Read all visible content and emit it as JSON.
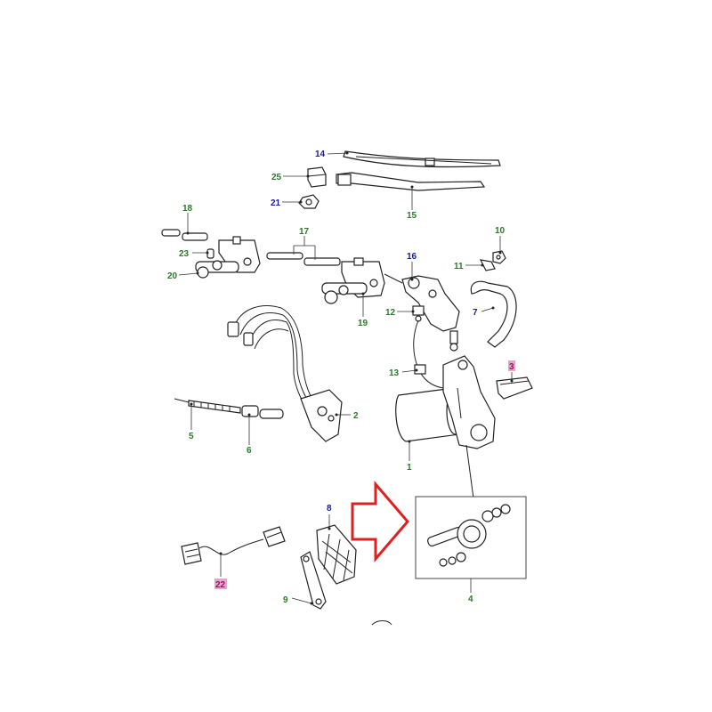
{
  "colors": {
    "label_green": "#2a7a2a",
    "label_blue": "#1a1a9a",
    "label_magenta": "#a0106a",
    "label_highlight": "#e3a8c8",
    "arrow_red": "#e02020",
    "line": "#222222"
  },
  "callouts": [
    {
      "id": "c1",
      "text": "1",
      "color": "green"
    },
    {
      "id": "c2",
      "text": "2",
      "color": "green"
    },
    {
      "id": "c3",
      "text": "3",
      "color": "magenta"
    },
    {
      "id": "c4",
      "text": "4",
      "color": "green"
    },
    {
      "id": "c5",
      "text": "5",
      "color": "green"
    },
    {
      "id": "c6",
      "text": "6",
      "color": "green"
    },
    {
      "id": "c7",
      "text": "7",
      "color": "blue"
    },
    {
      "id": "c8",
      "text": "8",
      "color": "blue"
    },
    {
      "id": "c9",
      "text": "9",
      "color": "green"
    },
    {
      "id": "c10",
      "text": "10",
      "color": "green"
    },
    {
      "id": "c11",
      "text": "11",
      "color": "green"
    },
    {
      "id": "c12",
      "text": "12",
      "color": "green"
    },
    {
      "id": "c13",
      "text": "13",
      "color": "green"
    },
    {
      "id": "c14",
      "text": "14",
      "color": "blue"
    },
    {
      "id": "c15",
      "text": "15",
      "color": "green"
    },
    {
      "id": "c16",
      "text": "16",
      "color": "blue"
    },
    {
      "id": "c17",
      "text": "17",
      "color": "green"
    },
    {
      "id": "c18",
      "text": "18",
      "color": "green"
    },
    {
      "id": "c19",
      "text": "19",
      "color": "green"
    },
    {
      "id": "c20",
      "text": "20",
      "color": "green"
    },
    {
      "id": "c21",
      "text": "21",
      "color": "blue"
    },
    {
      "id": "c22",
      "text": "22",
      "color": "magenta"
    },
    {
      "id": "c23",
      "text": "23",
      "color": "green"
    },
    {
      "id": "c25",
      "text": "25",
      "color": "green"
    }
  ]
}
